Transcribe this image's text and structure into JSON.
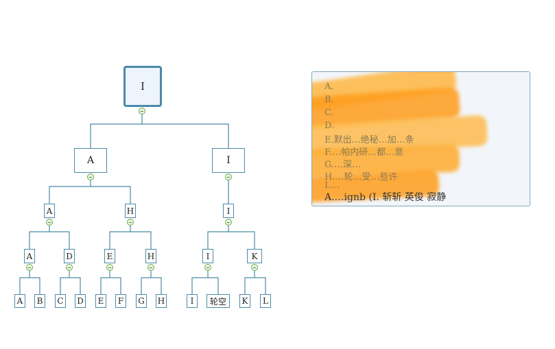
{
  "colors": {
    "line": "#4a8aa8",
    "root_fill": "#eef4fb",
    "collapse": "#6aa84f",
    "note_border": "#7fa6bd",
    "highlight": "#ff9c1a"
  },
  "tree": {
    "root": "I",
    "level1": [
      "A",
      "I"
    ],
    "level2": [
      "A",
      "H",
      "I"
    ],
    "level3": [
      "A",
      "D",
      "E",
      "H",
      "I",
      "K"
    ],
    "leaves": [
      "A",
      "B",
      "C",
      "D",
      "E",
      "F",
      "G",
      "H",
      "I",
      "轮空",
      "K",
      "L"
    ]
  },
  "note": {
    "lines": [
      "A.",
      "B.",
      "C.",
      "D.",
      "E.默出…绝秘…加…条",
      "F.…帕内研…都…意",
      "G.…深…",
      "H.…轮…受…些许",
      "I.…",
      "A.…ignb (I. 斩斩 英俊 寂静"
    ],
    "last_line": "A.…ignb (I. 斩斩 英俊 寂静"
  }
}
